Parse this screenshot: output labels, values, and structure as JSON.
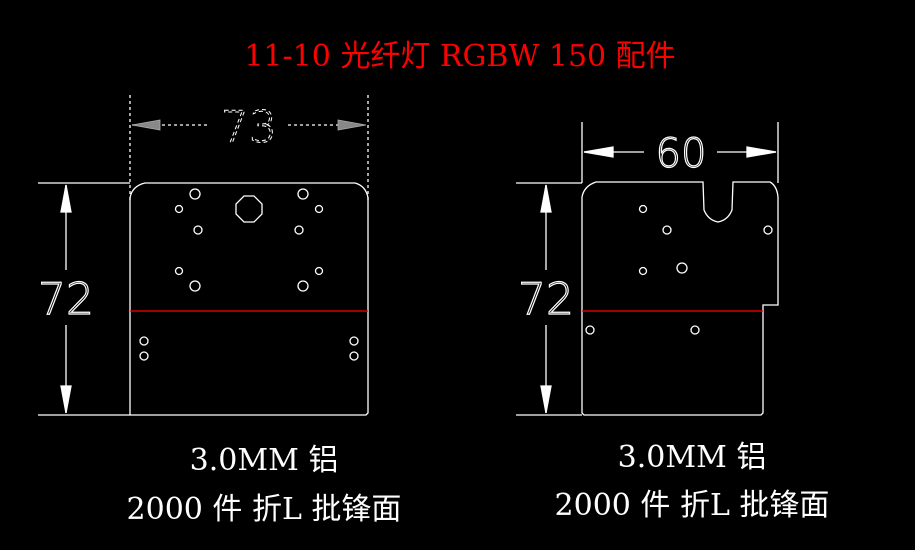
{
  "title": "11-10 光纤灯 RGBW 150 配件",
  "colors": {
    "background": "#000000",
    "title": "#ff0000",
    "lines": "#ffffff",
    "bend_line": "#ff0000"
  },
  "parts": [
    {
      "width_dim": "73",
      "height_dim": "72",
      "material": "3.0MM 铝",
      "note": "2000 件 折L 批锋面"
    },
    {
      "width_dim": "60",
      "height_dim": "72",
      "material": "3.0MM 铝",
      "note": "2000 件 折L 批锋面"
    }
  ]
}
